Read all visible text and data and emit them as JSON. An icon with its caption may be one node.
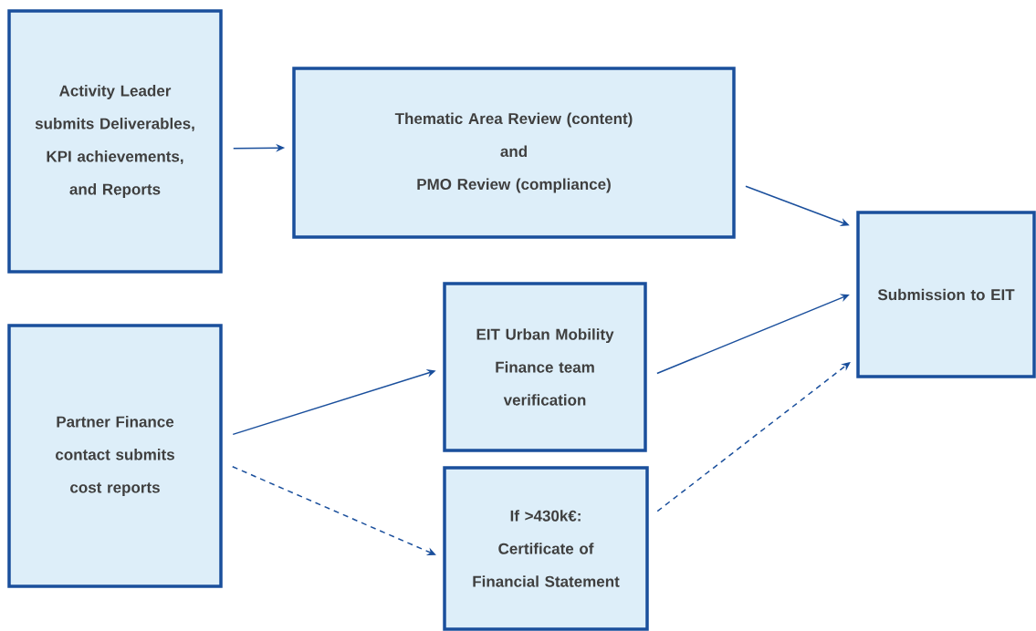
{
  "diagram": {
    "nodes": [
      {
        "text": [
          "Activity Leader submits Deliverables, KPI achievements, and Reports"
        ]
      },
      {
        "text": [
          "Thematic Area Review (content)",
          "and",
          "PMO Review (compliance)"
        ]
      },
      {
        "text": [
          "Partner Finance contact submits cost reports"
        ]
      },
      {
        "text": [
          "EIT Urban Mobility Finance team verification"
        ]
      },
      {
        "text": [
          "If >430k€: Certificate of Financial Statement"
        ]
      },
      {
        "text": [
          "Submission to EIT"
        ]
      }
    ],
    "edges": [
      {
        "from": 0,
        "to": 1,
        "arrow": "to"
      },
      {
        "from": 1,
        "to": 5,
        "arrow": "to"
      },
      {
        "from": 2,
        "to": 3,
        "arrow": "to"
      },
      {
        "from": 3,
        "to": 5,
        "arrow": "to"
      },
      {
        "from": 2,
        "to": 4,
        "arrow": "to",
        "style": "dashed"
      },
      {
        "from": 4,
        "to": 5,
        "arrow": "to",
        "style": "dashed"
      }
    ]
  }
}
